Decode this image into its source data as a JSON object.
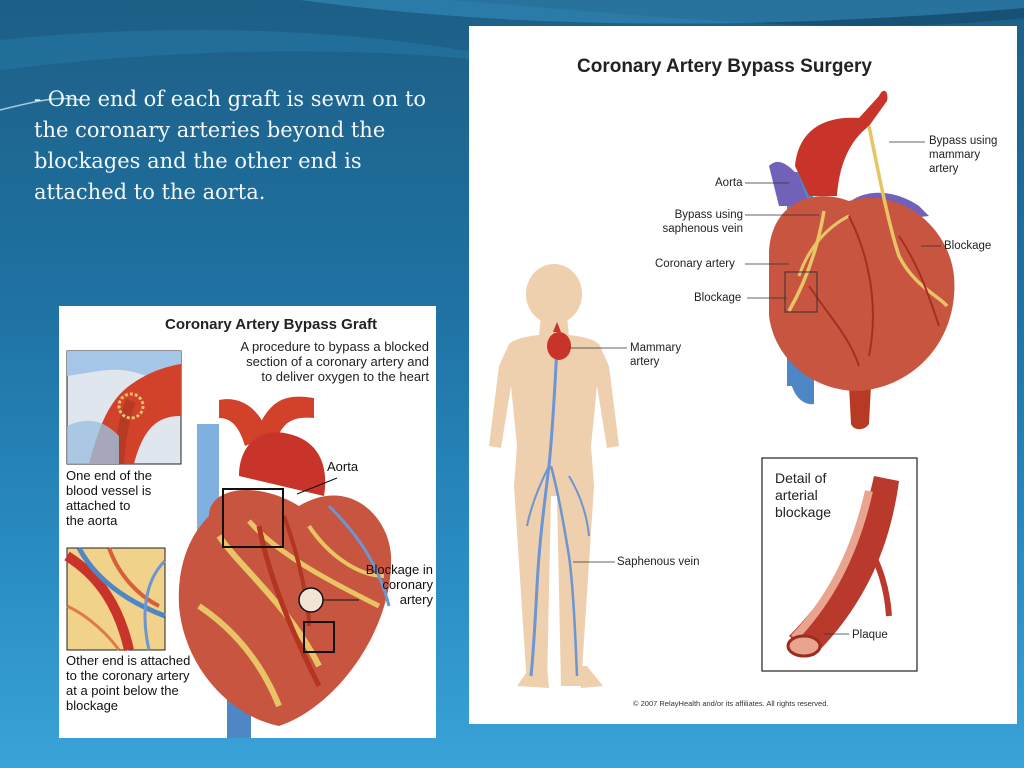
{
  "slide": {
    "bullet": "- One end of each graft is sewn on to the coronary arteries beyond the blockages and the other end is attached to the aorta."
  },
  "left_figure": {
    "title": "Coronary Artery Bypass Graft",
    "subtitle": "A procedure to bypass a blocked\nsection of a coronary artery and\nto deliver oxygen to the heart",
    "label_aorta": "Aorta",
    "label_one_end": "One end of the\nblood vessel is\nattached to\nthe aorta",
    "label_blockage": "Blockage in\ncoronary\nartery",
    "label_other_end": "Other end is attached\nto the coronary artery\nat a point below the\nblockage"
  },
  "right_figure": {
    "title": "Coronary Artery Bypass Surgery",
    "label_bypass_mammary": "Bypass using\nmammary\nartery",
    "label_aorta": "Aorta",
    "label_bypass_saphenous": "Bypass using\nsaphenous vein",
    "label_blockage_right": "Blockage",
    "label_coronary_artery": "Coronary artery",
    "label_blockage_left": "Blockage",
    "label_mammary_artery": "Mammary\nartery",
    "label_saphenous_vein": "Saphenous vein",
    "detail_title": "Detail of\narterial\nblockage",
    "label_plaque": "Plaque",
    "copyright": "© 2007 RelayHealth and/or its affiliates.  All rights reserved."
  },
  "colors": {
    "background_top": "#1d5f86",
    "background_bottom": "#3aa3d8",
    "heart": "#c8553f",
    "artery": "#c9342a",
    "vein": "#4f86c6",
    "skin": "#eecfae"
  }
}
